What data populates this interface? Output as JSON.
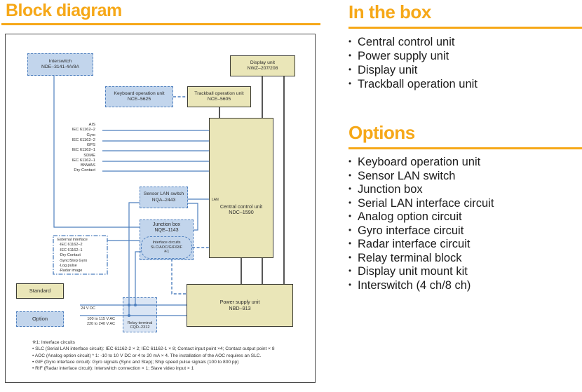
{
  "colors": {
    "accent": "#F6A818",
    "tan": "#EAE6B8",
    "tanborder": "#3C3C34",
    "bluefill": "#C2D5EC",
    "blueline": "#4E7FBE",
    "relayfill": "#DAE5F4",
    "blackline": "#2B2B2B",
    "text": "#1C1C1C"
  },
  "left_title": "Block diagram",
  "in_the_box": {
    "title": "In the box",
    "items": [
      "Central control unit",
      "Power supply unit",
      "Display unit",
      "Trackball operation unit"
    ]
  },
  "options": {
    "title": "Options",
    "items": [
      "Keyboard operation unit",
      "Sensor LAN switch",
      "Junction box",
      "Serial LAN interface circuit",
      "Analog option circuit",
      "Gyro interface circuit",
      "Radar interface circuit",
      "Relay terminal block",
      "Display unit mount kit",
      "Interswitch (4 ch/8 ch)"
    ]
  },
  "diagram": {
    "boxes": {
      "interswitch": {
        "line1": "Interswitch",
        "line2": "NDE–3141-4A/8A"
      },
      "display": {
        "line1": "Display unit",
        "line2": "NWZ–207/208"
      },
      "keyboard": {
        "line1": "Keyboard operation unit",
        "line2": "NCE–5625"
      },
      "trackball": {
        "line1": "Trackball operation unit",
        "line2": "NCE–5605"
      },
      "ccu": {
        "line1": "Central control unit",
        "line2": "NDC–1590",
        "lan": "LAN"
      },
      "sensor": {
        "line1": "Sensor LAN switch",
        "line2": "NQA–2443"
      },
      "junction": {
        "line1": "Junction box",
        "line2": "NQE–1143"
      },
      "ifc": {
        "line1": "Interface circuits",
        "line2": "SLC/AOC/GIF/RIF",
        "line3": "※1"
      },
      "psu": {
        "line1": "Power supply unit",
        "line2": "NBD–913"
      },
      "relay": {
        "line1": "Relay terminal",
        "line2": "CQD–2312"
      }
    },
    "signals": [
      {
        "name": "AIS",
        "std": "IEC 61162–2"
      },
      {
        "name": "Gyro",
        "std": "IEC 61162–2"
      },
      {
        "name": "GPS",
        "std": "IEC 61162–1"
      },
      {
        "name": "SDME",
        "std": "IEC 61162–1"
      },
      {
        "name": "BNWAS",
        "std": "Dry Contact"
      }
    ],
    "external_interface": {
      "title": "External interface",
      "items": [
        "·IEC 61162–2",
        "·IEC 61162–1",
        "·Dry Contact",
        "·Sync/Step Gyro",
        "·Log pulse",
        "·Radar image"
      ]
    },
    "legend": {
      "standard": "Standard",
      "option": "Option"
    },
    "power": {
      "dc": "24 V DC",
      "ac1": "100 to 115 V AC",
      "ac2": "220 to 240 V AC"
    },
    "footnotes": [
      "※1: Interface circuits",
      "• SLC (Serial LAN interface circuit): IEC 61162-2 × 2; IEC 61162-1 × 8; Contact input point ×4; Contact output point × 8",
      "• AOC (Analog option circuit) * 1: -10 to 10 V DC or 4 to 20 mA × 4. The installation of the AOC requires an SLC.",
      "• GIF (Gyro interface circuit): Gyro signals (Sync and Step); Ship speed pulse signals (100 to 800 pp)",
      "• RIF (Radar interface circuit): Interswitch connection × 1; Slave video input × 1"
    ]
  }
}
